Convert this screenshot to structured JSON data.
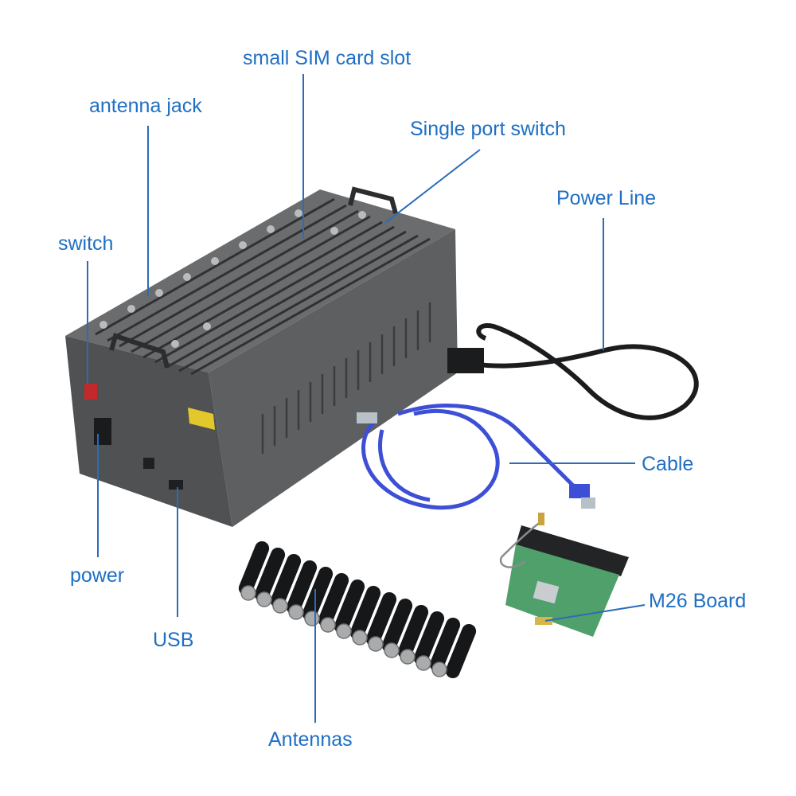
{
  "labels": {
    "small_sim_card_slot": "small SIM card slot",
    "antenna_jack": "antenna jack",
    "single_port_switch": "Single port switch",
    "power_line": "Power Line",
    "switch": "switch",
    "cable": "Cable",
    "power": "power",
    "m26_board": "M26 Board",
    "usb": "USB",
    "antennas": "Antennas"
  },
  "colors": {
    "label_text": "#1f6fc4",
    "leader_line": "#2b6cb8",
    "device_body": "#5b5d5f",
    "usb_cable": "#3d4fd6",
    "pcb": "#4fa06a"
  }
}
